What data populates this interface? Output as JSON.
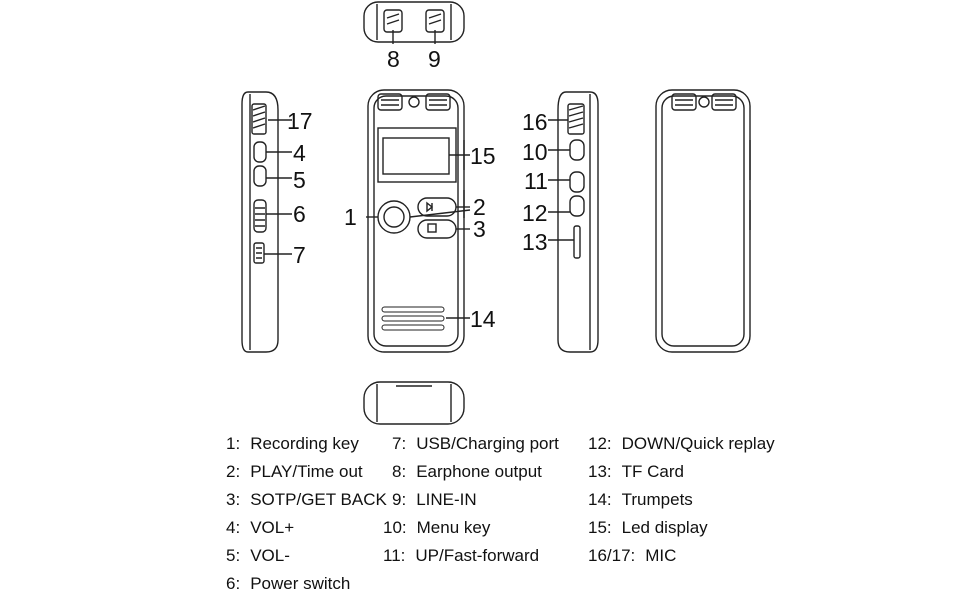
{
  "callouts": {
    "c1": "1",
    "c2": "2",
    "c3": "3",
    "c4": "4",
    "c5": "5",
    "c6": "6",
    "c7": "7",
    "c8": "8",
    "c9": "9",
    "c10": "10",
    "c11": "11",
    "c12": "12",
    "c13": "13",
    "c14": "14",
    "c15": "15",
    "c16": "16",
    "c17": "17"
  },
  "legend": {
    "col1": [
      {
        "num": "1:",
        "text": "Recording key"
      },
      {
        "num": "2:",
        "text": "PLAY/Time out"
      },
      {
        "num": "3:",
        "text": "SOTP/GET BACK"
      },
      {
        "num": "4:",
        "text": "VOL+"
      },
      {
        "num": "5:",
        "text": "VOL-"
      },
      {
        "num": "6:",
        "text": "Power switch"
      }
    ],
    "col2": [
      {
        "num": "7:",
        "text": "USB/Charging port"
      },
      {
        "num": "8:",
        "text": "Earphone output"
      },
      {
        "num": "9:",
        "text": "LINE-IN"
      },
      {
        "num": "10:",
        "text": "Menu key"
      },
      {
        "num": "11:",
        "text": "UP/Fast-forward"
      }
    ],
    "col3": [
      {
        "num": "12:",
        "text": "DOWN/Quick replay"
      },
      {
        "num": "13:",
        "text": "TF Card"
      },
      {
        "num": "14:",
        "text": "Trumpets"
      },
      {
        "num": "15:",
        "text": "Led display"
      },
      {
        "num": "16/17:",
        "text": "MIC"
      }
    ]
  }
}
